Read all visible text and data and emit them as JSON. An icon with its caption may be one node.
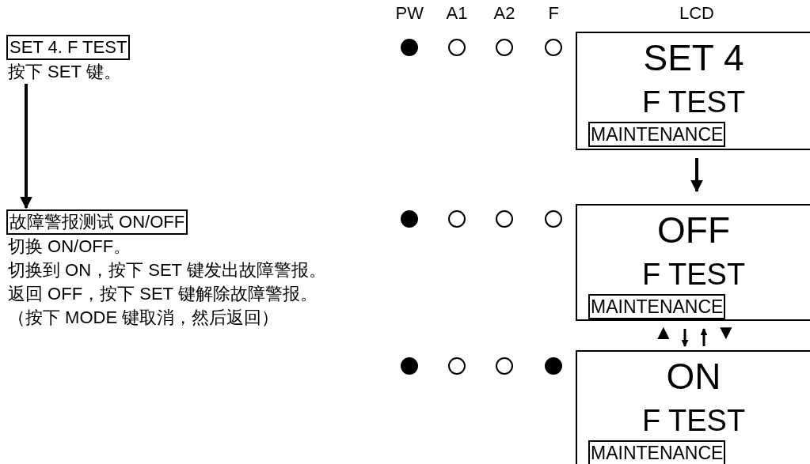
{
  "diagram": {
    "nodes": [
      {
        "text": [
          "SET 4. F TEST",
          "按下 SET 键。"
        ]
      },
      {
        "text": [
          "故障警报测试 ON/OFF",
          "切换 ON/OFF。",
          "切换到 ON，按下 SET 键发出故障警报。",
          "返回 OFF，按下 SET 键解除故障警报。",
          "（按下 MODE 键取消，然后返回）"
        ]
      },
      {
        "text": [
          "SET 4",
          "F TEST"
        ]
      },
      {
        "text": [
          "MAINTENANCE"
        ],
        "in": 2
      },
      {
        "text": [
          "OFF",
          "F TEST"
        ]
      },
      {
        "text": [
          "MAINTENANCE"
        ],
        "in": 4
      },
      {
        "text": [
          "ON",
          "F TEST"
        ]
      },
      {
        "text": [
          "MAINTENANCE"
        ],
        "in": 6
      }
    ],
    "edges": [
      {
        "from": 0,
        "to": 1,
        "arrow": "to"
      },
      {
        "from": 2,
        "to": 4,
        "arrow": "to"
      },
      {
        "from": 4,
        "to": 6,
        "arrow": "to"
      },
      {
        "from": 6,
        "to": 4,
        "arrow": "to"
      }
    ],
    "labels": [
      "PW",
      "A1",
      "A2",
      "F",
      "LCD",
      "▲",
      "▼"
    ]
  }
}
